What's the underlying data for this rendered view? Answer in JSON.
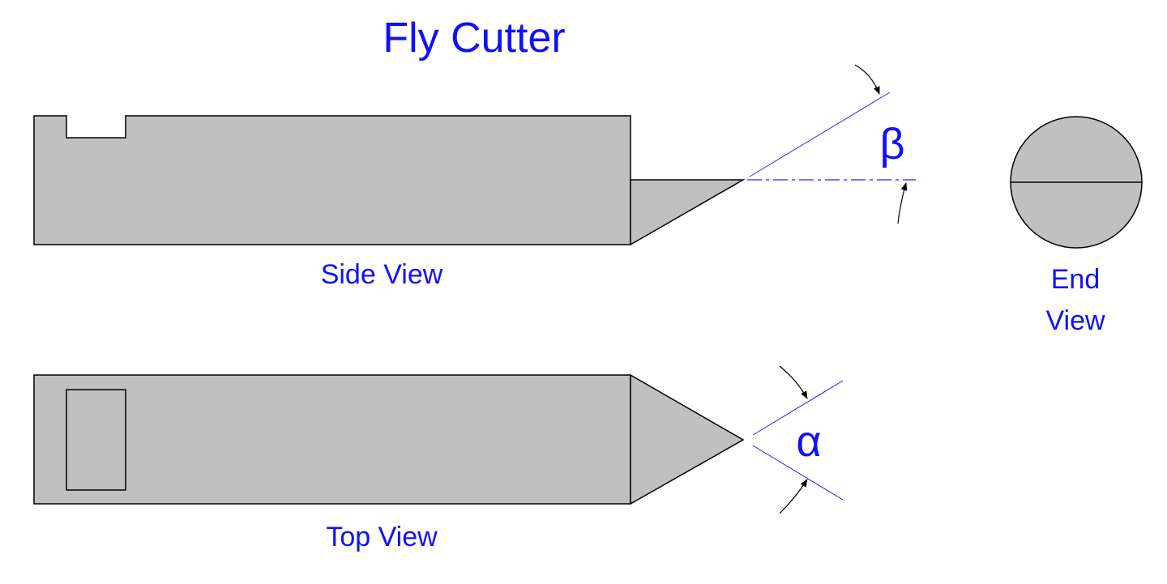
{
  "title": "Fly Cutter",
  "views": {
    "side": "Side View",
    "top": "Top View",
    "end_line1": "End",
    "end_line2": "View"
  },
  "angles": {
    "side_clearance": "β",
    "top_point": "α"
  },
  "colors": {
    "label_text": "#1010ff",
    "dimension_line": "#2020ff",
    "part_fill": "#c0c0c0",
    "outline": "#000000",
    "background": "#ffffff"
  }
}
